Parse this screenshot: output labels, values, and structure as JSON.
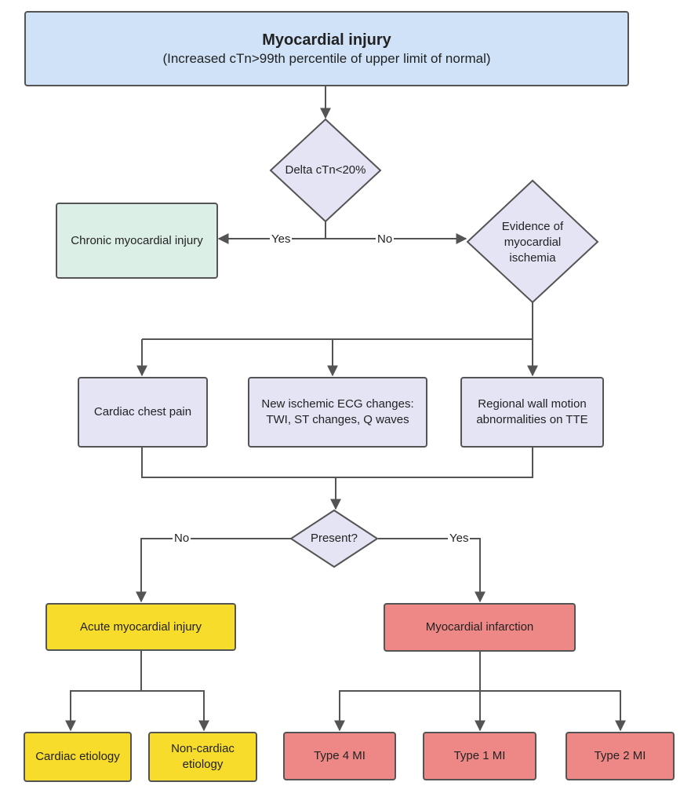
{
  "top": {
    "title": "Myocardial injury",
    "subtitle": "(Increased cTn>99th percentile of upper limit of normal)"
  },
  "decision1": {
    "label": "Delta cTn<20%",
    "yes": "Yes",
    "no": "No"
  },
  "chronic": {
    "label": "Chronic myocardial injury"
  },
  "decision2": {
    "label": "Evidence of myocardial ischemia"
  },
  "evidence": [
    {
      "label": "Cardiac chest pain"
    },
    {
      "label": "New ischemic ECG changes: TWI, ST changes, Q waves"
    },
    {
      "label": "Regional wall motion abnormalities on TTE"
    }
  ],
  "decision3": {
    "label": "Present?",
    "no": "No",
    "yes": "Yes"
  },
  "acute": {
    "label": "Acute myocardial injury",
    "children": [
      {
        "label": "Cardiac etiology"
      },
      {
        "label": "Non-cardiac etiology"
      }
    ]
  },
  "mi": {
    "label": "Myocardial infarction",
    "children": [
      {
        "label": "Type 4 MI"
      },
      {
        "label": "Type 1 MI"
      },
      {
        "label": "Type 2 MI"
      }
    ]
  },
  "colors": {
    "title_fill": "#cfe2f7",
    "chronic_fill": "#dcefe7",
    "evidence_fill": "#e4e4f5",
    "acute_fill": "#f7dc2c",
    "mi_fill": "#ee8886",
    "stroke": "#545454"
  }
}
